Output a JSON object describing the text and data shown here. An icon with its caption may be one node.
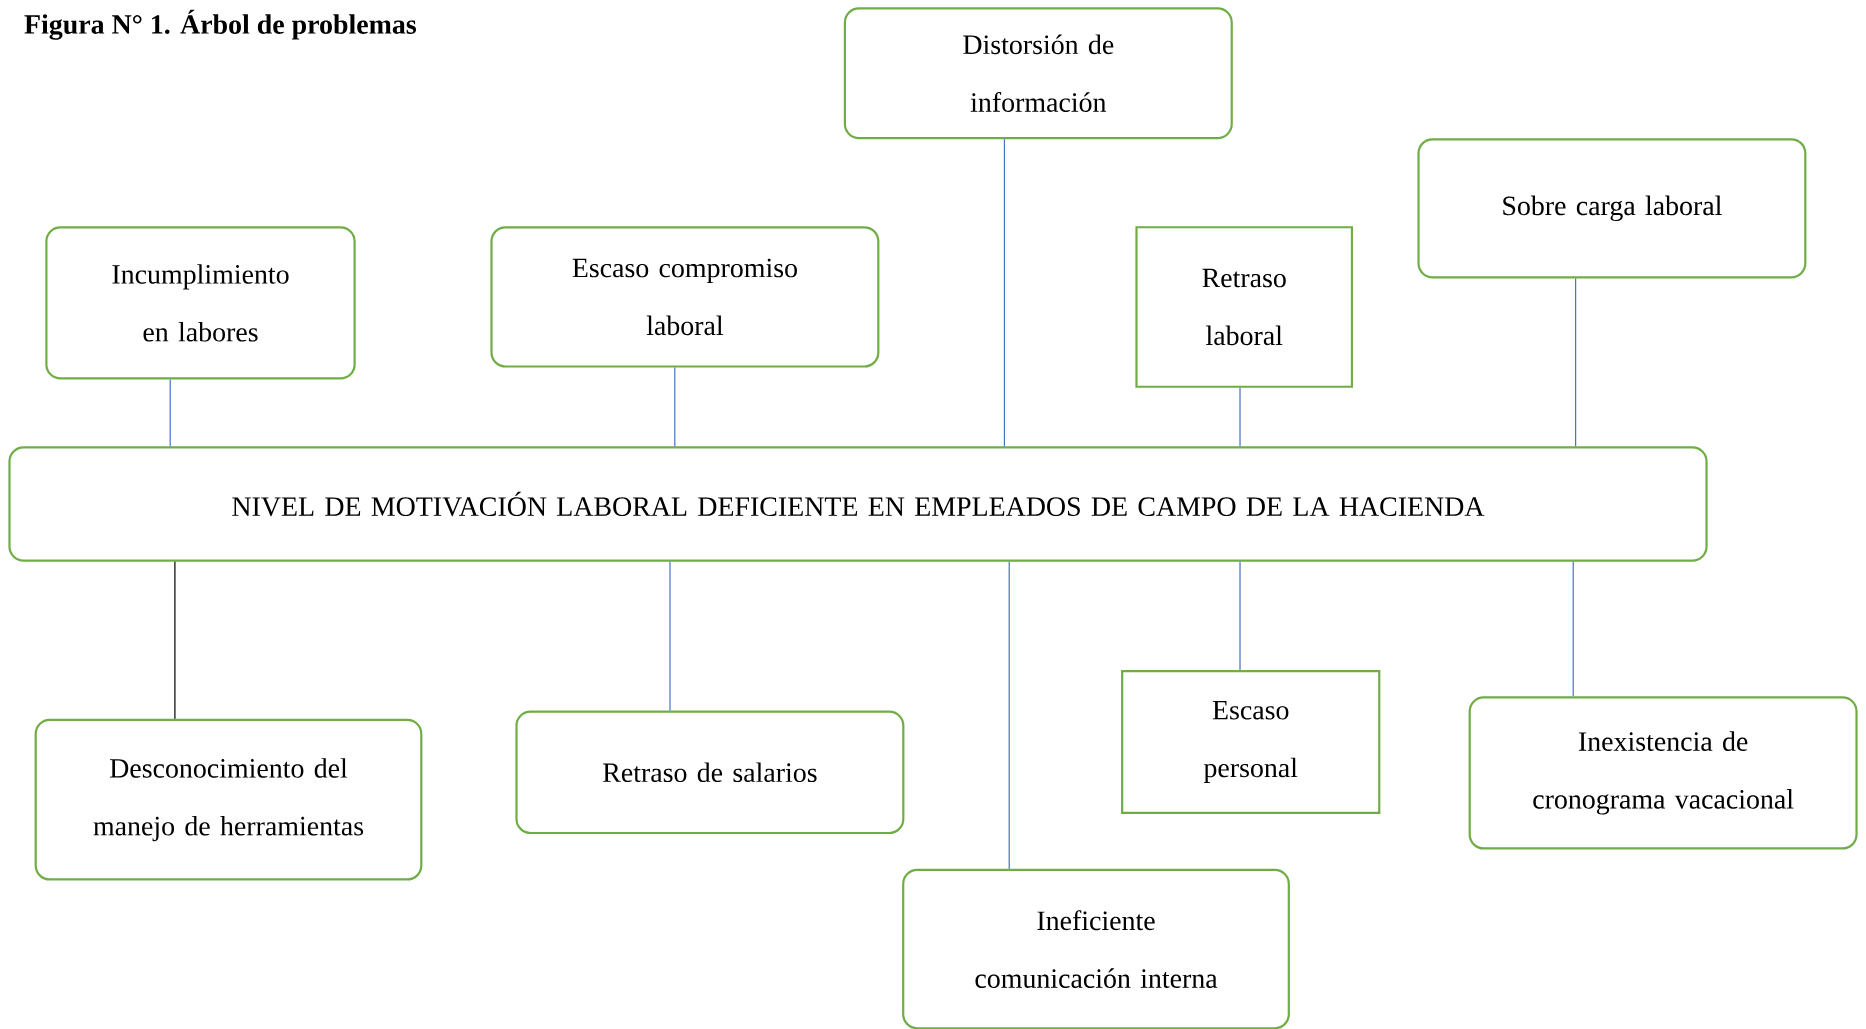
{
  "diagram": {
    "title": "Figura N° 1. Árbol de problemas",
    "nodes": [
      {
        "text": [
          "Distorsión de información"
        ]
      },
      {
        "text": [
          "Sobre carga laboral"
        ]
      },
      {
        "text": [
          "Incumplimiento en labores"
        ]
      },
      {
        "text": [
          "Escaso compromiso laboral"
        ]
      },
      {
        "text": [
          "Retraso laboral"
        ]
      },
      {
        "text": [
          "NIVEL DE MOTIVACIÓN LABORAL DEFICIENTE EN EMPLEADOS DE CAMPO DE LA HACIENDA"
        ]
      },
      {
        "text": [
          "Desconocimiento del manejo de herramientas"
        ]
      },
      {
        "text": [
          "Retraso de salarios"
        ]
      },
      {
        "text": [
          "Escaso personal"
        ]
      },
      {
        "text": [
          "Inexistencia de cronograma vacacional"
        ]
      },
      {
        "text": [
          "Ineficiente comunicación interna"
        ]
      }
    ],
    "edges": [
      {
        "from": 2,
        "to": 5,
        "arrow": "none"
      },
      {
        "from": 3,
        "to": 5,
        "arrow": "none"
      },
      {
        "from": 0,
        "to": 5,
        "arrow": "none"
      },
      {
        "from": 4,
        "to": 5,
        "arrow": "none"
      },
      {
        "from": 1,
        "to": 5,
        "arrow": "none"
      },
      {
        "from": 5,
        "to": 6,
        "arrow": "none",
        "color": "#000000"
      },
      {
        "from": 5,
        "to": 7,
        "arrow": "none"
      },
      {
        "from": 5,
        "to": 10,
        "arrow": "none"
      },
      {
        "from": 5,
        "to": 8,
        "arrow": "none"
      },
      {
        "from": 5,
        "to": 9,
        "arrow": "none"
      }
    ]
  }
}
